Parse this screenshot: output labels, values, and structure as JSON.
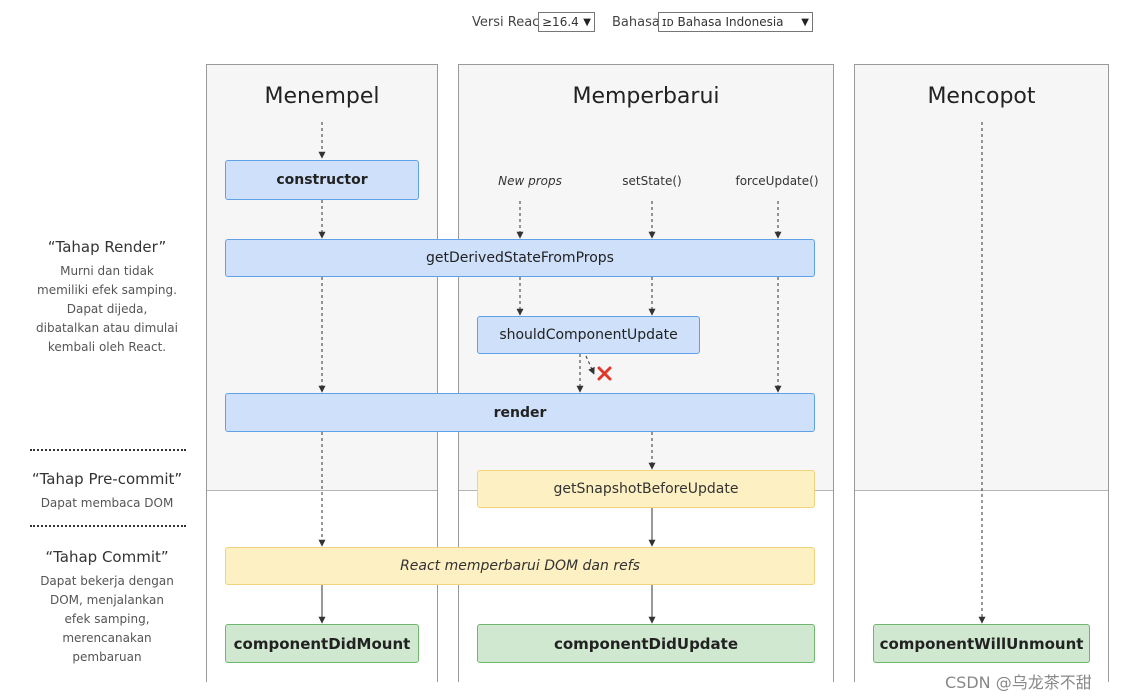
{
  "controls": {
    "version_label": "Versi React",
    "version_value": "≥16.4",
    "language_label": "Bahasa",
    "language_value": "ɪᴅ Bahasa Indonesia"
  },
  "columns": {
    "mounting": "Menempel",
    "updating": "Memperbarui",
    "unmounting": "Mencopot"
  },
  "triggers": {
    "new_props": "New props",
    "set_state": "setState()",
    "force_update": "forceUpdate()"
  },
  "methods": {
    "constructor": "constructor",
    "get_derived": "getDerivedStateFromProps",
    "should_update": "shouldComponentUpdate",
    "render": "render",
    "get_snapshot": "getSnapshotBeforeUpdate",
    "react_updates": "React memperbarui DOM dan refs",
    "did_mount": "componentDidMount",
    "did_update": "componentDidUpdate",
    "will_unmount": "componentWillUnmount"
  },
  "phases": {
    "render": {
      "title": "“Tahap Render”",
      "lines": [
        "Murni dan tidak",
        "memiliki efek samping.",
        "Dapat dijeda,",
        "dibatalkan atau dimulai",
        "kembali oleh React."
      ]
    },
    "precommit": {
      "title": "“Tahap Pre-commit”",
      "lines": [
        "Dapat membaca DOM"
      ]
    },
    "commit": {
      "title": "“Tahap Commit”",
      "lines": [
        "Dapat bekerja dengan",
        "DOM, menjalankan",
        "efek samping,",
        "merencanakan",
        "pembaruan"
      ]
    }
  },
  "watermark": "CSDN @乌龙茶不甜",
  "colors": {
    "blue_fill": "#cfe0fb",
    "yellow_fill": "#fdf0c2",
    "green_fill": "#cfe8cf",
    "cancel_mark": "#e0382b"
  }
}
